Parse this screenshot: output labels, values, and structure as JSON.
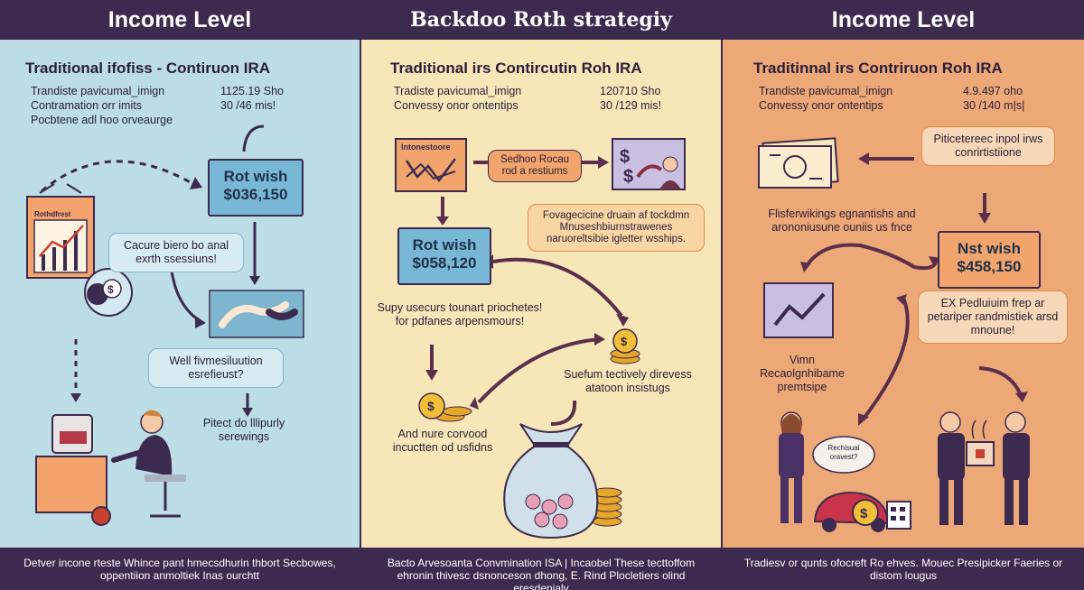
{
  "panels": [
    {
      "header": "Income Level",
      "subtitle": "Traditional ifofiss - Contiruon IRA",
      "rows": [
        {
          "label": "Trandiste pavicumal_imign",
          "value": "1125.19 Sho"
        },
        {
          "label": "Contramation orr imits",
          "value": "30 /46 mis!"
        },
        {
          "label": "Pocbtene adl hoo orveaurge",
          "value": ""
        }
      ],
      "box": {
        "title": "Rot wish",
        "amount": "$036,150"
      },
      "chart_label": "Rothdfrest",
      "bubble1": "Cacure biero bo anal exrth ssessiuns!",
      "bubble2": "Well fivmesiluution esrefieust?",
      "note1": "Pitect do lllipurly serewings",
      "footer": "Detver incone rteste Whince pant hmecsdhurin thbort Secbowes, oppentiion anmoltiek Inas ourchtt"
    },
    {
      "header": "Backdoo Roth strategiy",
      "subtitle": "Traditional irs Contircutin Roh IRA",
      "rows": [
        {
          "label": "Tradiste pavicumal_imign",
          "value": "120710 Sho"
        },
        {
          "label": "Convessy onor ontentips",
          "value": "30 /129 mis!"
        }
      ],
      "box": {
        "title": "Rot wish",
        "amount": "$058,120"
      },
      "chart_label": "Intonestoore",
      "bubble1": "Sedhoo Rocau rod a restiums",
      "bubble2": "Fovagecicine druain af tockdmn Mnuseshbiurnstrawenes naruoreltsibie igletter wsships.",
      "note1": "Supy usecurs tounart priochetes! for pdfanes arpensmours!",
      "note2": "Suefum tectively direvess atatoon insistugs",
      "note3": "And nure corvood incuctten od usfidns",
      "footer": "Bacto Arvesoanta Convmination ISA | Incaobel These tecttoffom ehronin thivesc dsnonceson dhong, E. Rind Plocletiers olind eresdenialy"
    },
    {
      "header": "Income Level",
      "subtitle": "Traditinnal irs Contriruon Roh IRA",
      "rows": [
        {
          "label": "Trandiste pavicumal_imign",
          "value": "4.9.497 oho"
        },
        {
          "label": "Convessy onor ontentips",
          "value": "30 /140 m|s|"
        }
      ],
      "box": {
        "title": "Nst wish",
        "amount": "$458,150"
      },
      "bubble1": "Piticetereec inpol irws conrirtistiione",
      "note1": "Flisferwikings egnantishs and arononiusune ouniis us fnce",
      "bubble2": "EX Pedluiuim frep ar petariper randmistiek arsd mnoune!",
      "note2": "Vimn Recaolgnhibame premtsipe",
      "bubble3": "Rechisual oravest?",
      "footer": "Tradiesv or qunts ofocreft Ro ehves. Mouec Presipicker Faeries or distom lougus"
    }
  ],
  "colors": {
    "navy": "#3d2a4f",
    "panel_blue": "#bcdce6",
    "panel_cream": "#f7e6b8",
    "panel_orange": "#eda877",
    "box_blue": "#79b7d6",
    "box_orange": "#f1a56c",
    "coin_gold": "#e6a62a",
    "arrow_purple": "#5b2f4b"
  }
}
